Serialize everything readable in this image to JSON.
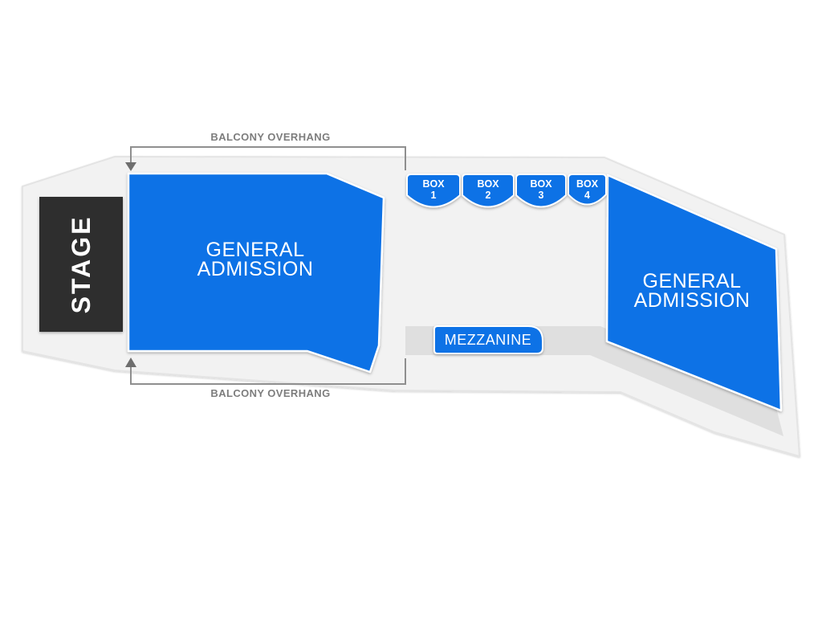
{
  "colors": {
    "section_blue": "#0f72e6",
    "stage_dark": "#2e2e2e",
    "venue_gray": "#f2f2f2",
    "walkway_gray": "#dfdfdf",
    "annotation_gray": "#7d7d7d",
    "label_white": "#ffffff"
  },
  "stage": {
    "label": "STAGE"
  },
  "annotations": {
    "balcony_overhang_top": {
      "label": "BALCONY OVERHANG"
    },
    "balcony_overhang_bottom": {
      "label": "BALCONY OVERHANG"
    }
  },
  "sections": {
    "general_admission_left": {
      "line1": "GENERAL",
      "line2": "ADMISSION"
    },
    "general_admission_right": {
      "line1": "GENERAL",
      "line2": "ADMISSION"
    },
    "mezzanine": {
      "label": "MEZZANINE"
    },
    "boxes": [
      {
        "label": "BOX",
        "number": "1"
      },
      {
        "label": "BOX",
        "number": "2"
      },
      {
        "label": "BOX",
        "number": "3"
      },
      {
        "label": "BOX",
        "number": "4"
      }
    ]
  }
}
